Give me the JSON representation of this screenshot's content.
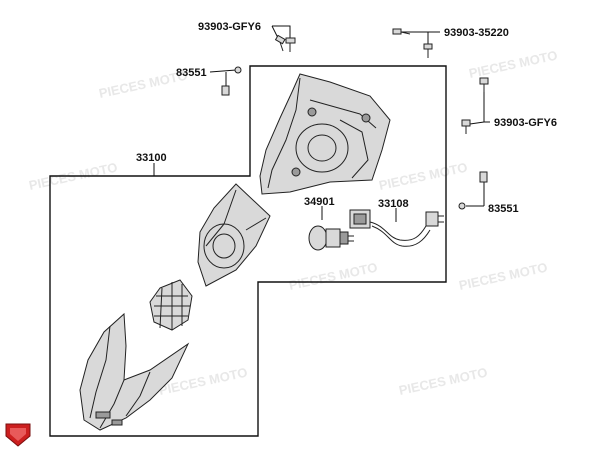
{
  "labels": {
    "bolt_top_left": "93903-GFY6",
    "bolt_top_right": "93903-35220",
    "bolt_right": "93903-GFY6",
    "clip_left": "83551",
    "clip_right": "83551",
    "headlight_assembly": "33100",
    "bulb": "34901",
    "harness": "33108"
  },
  "watermark": "PIECES MOTO",
  "colors": {
    "logo_red": "#cc1f1f",
    "line": "#111111"
  }
}
